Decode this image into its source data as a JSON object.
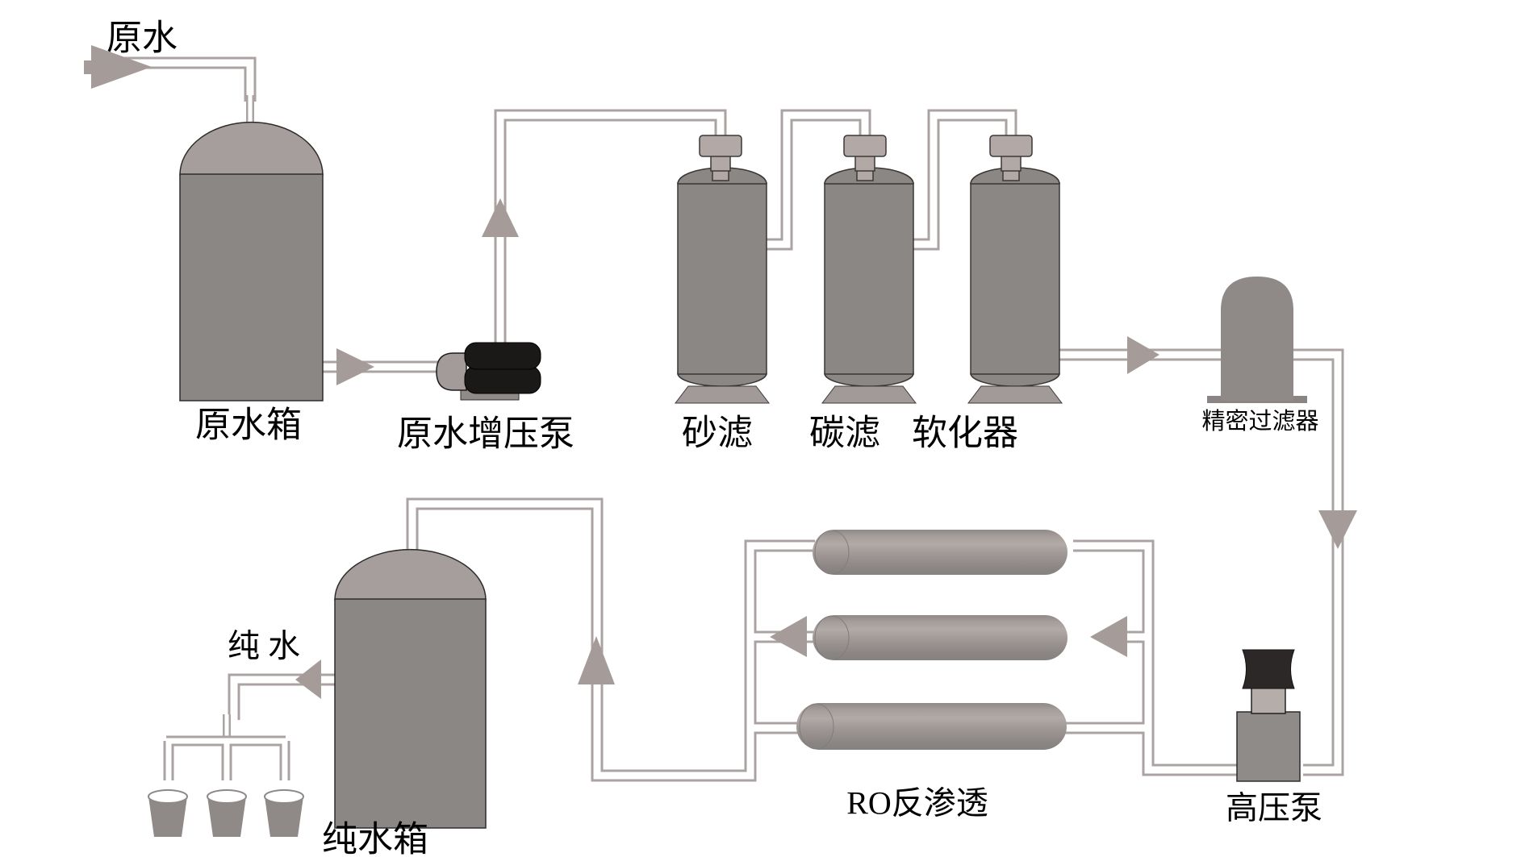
{
  "diagram": {
    "labels": {
      "raw_water": "原水",
      "raw_water_tank": "原水箱",
      "raw_water_booster_pump": "原水增压泵",
      "sand_filter": "砂滤",
      "carbon_filter": "碳滤",
      "softener": "软化器",
      "precision_filter": "精密过滤器",
      "high_pressure_pump": "高压泵",
      "ro_reverse_osmosis": "RO反渗透",
      "pure_water_tank": "纯水箱",
      "pure_water": "纯 水"
    },
    "colors": {
      "background": "#ffffff",
      "pipe_outline": "#aba3a1",
      "pipe_core": "#ffffff",
      "flow_arrow": "#a59c9a",
      "vessel_body": "#8b8785",
      "vessel_dome": "#a59e9c",
      "valve": "#b2a9a7",
      "pump_black": "#1b1918",
      "membrane_gray": "#a39c99",
      "label_text": "#000000"
    }
  }
}
